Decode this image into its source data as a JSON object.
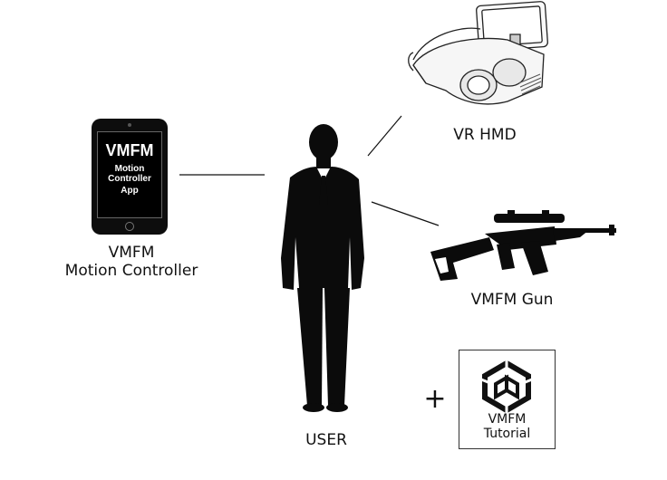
{
  "tablet": {
    "app_title": "VMFM",
    "app_line1": "Motion",
    "app_line2": "Controller",
    "app_line3": "App"
  },
  "labels": {
    "controller_line1": "VMFM",
    "controller_line2": "Motion Controller",
    "hmd": "VR HMD",
    "gun": "VMFM Gun",
    "user": "USER",
    "plus": "+"
  },
  "tutorial_box": {
    "line1": "VMFM",
    "line2": "Tutorial"
  },
  "colors": {
    "ink": "#111111",
    "silhouette": "#0b0b0b",
    "background": "#ffffff"
  }
}
